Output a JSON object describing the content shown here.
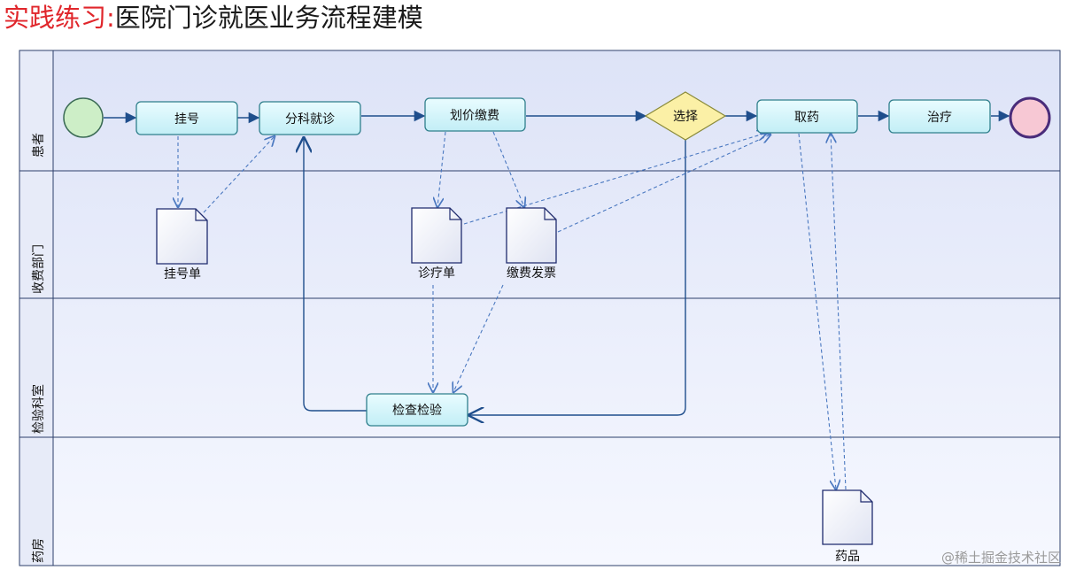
{
  "heading": {
    "part1": "实践练习",
    "separator": ":",
    "part2": "医院门诊就医业务流程建模"
  },
  "lanes": [
    "患者",
    "收费部门",
    "检验科室",
    "药房"
  ],
  "tasks": {
    "register": "挂号",
    "triage": "分科就诊",
    "pricing": "划价缴费",
    "take_medicine": "取药",
    "treatment": "治疗",
    "examination": "检查检验"
  },
  "gateway": "选择",
  "documents": {
    "registration_slip": "挂号单",
    "treatment_slip": "诊疗单",
    "payment_invoice": "缴费发票",
    "medicine": "药品"
  },
  "watermark": "@稀土掘金技术社区",
  "colors": {
    "title_red": "#e0262b",
    "task_fill": "#d6f6fb",
    "task_border": "#2f7f8c",
    "gateway_fill": "#fbf0a6",
    "start_fill": "#cdeec7",
    "end_fill": "#f7c8d4",
    "end_border": "#4a2c7a",
    "flow_line": "#1f4e8c",
    "lane_line": "#2d3f6b"
  }
}
